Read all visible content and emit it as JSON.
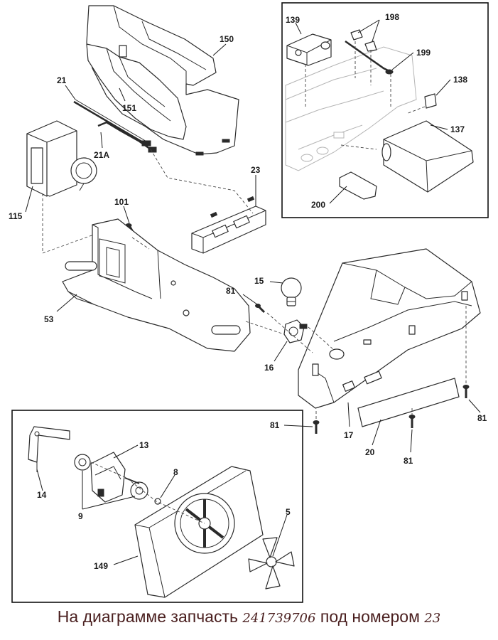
{
  "callouts": {
    "c150": "150",
    "c151": "151",
    "c21": "21",
    "c21a": "21A",
    "c23": "23",
    "c115": "115",
    "c101": "101",
    "c53": "53",
    "c81a": "81",
    "c15": "15",
    "c16": "16",
    "c17": "17",
    "c20": "20",
    "c81b": "81",
    "c81c": "81",
    "c81d": "81",
    "c139": "139",
    "c198": "198",
    "c199": "199",
    "c138": "138",
    "c137": "137",
    "c200": "200",
    "c13": "13",
    "c14": "14",
    "c8": "8",
    "c9": "9",
    "c5": "5",
    "c149": "149"
  },
  "caption": {
    "prefix": "На диаграмме запчасть ",
    "part_number": "241739706",
    "middle": " под номером ",
    "callout_number": "23"
  }
}
